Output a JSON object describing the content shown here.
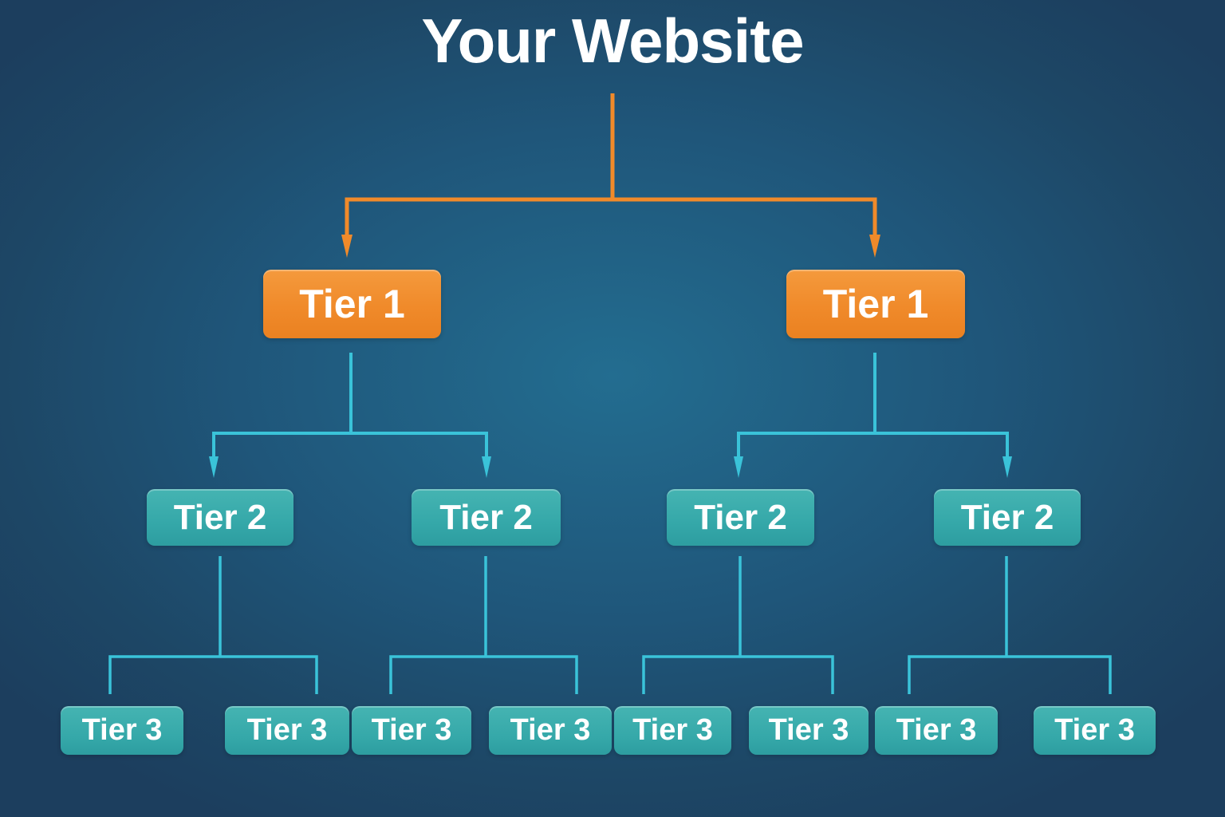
{
  "title": "Your Website",
  "colors": {
    "bg-center": "#236d90",
    "bg-mid": "#1f567a",
    "bg-deep": "#1d4766",
    "bg-edge": "#1c3e5e",
    "orange": "#f08a2a",
    "orange-light": "#f49a3d",
    "orange-dark": "#ea8121",
    "teal": "#35a8a9",
    "teal-light": "#45b4b2",
    "teal-dark": "#2d9da0",
    "cyan-line": "#3ac3d9",
    "text": "#ffffff"
  },
  "nodes": {
    "root": {
      "label": "Your Website"
    },
    "tier1": [
      {
        "label": "Tier 1"
      },
      {
        "label": "Tier 1"
      }
    ],
    "tier2": [
      {
        "label": "Tier 2"
      },
      {
        "label": "Tier 2"
      },
      {
        "label": "Tier 2"
      },
      {
        "label": "Tier 2"
      }
    ],
    "tier3": [
      {
        "label": "Tier 3"
      },
      {
        "label": "Tier 3"
      },
      {
        "label": "Tier 3"
      },
      {
        "label": "Tier 3"
      },
      {
        "label": "Tier 3"
      },
      {
        "label": "Tier 3"
      },
      {
        "label": "Tier 3"
      },
      {
        "label": "Tier 3"
      }
    ]
  }
}
